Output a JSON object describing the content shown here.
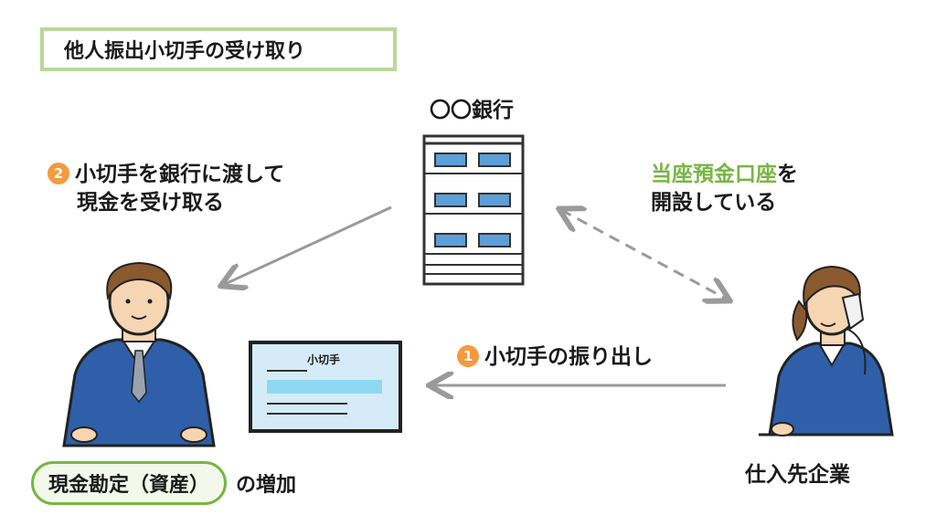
{
  "title": "他人振出小切手の受け取り",
  "bank": {
    "name": "〇〇銀行"
  },
  "step2": {
    "number": "2",
    "line1": "小切手を銀行に渡して",
    "line2": "現金を受け取る"
  },
  "account": {
    "highlight": "当座預金口座",
    "line1_suffix": "を",
    "line2": "開設している"
  },
  "step1": {
    "number": "1",
    "text": "小切手の振り出し"
  },
  "check": {
    "label": "小切手"
  },
  "company": {
    "name": "仕入先企業"
  },
  "result": {
    "label": "現金勘定（資産）",
    "suffix": "の増加"
  },
  "colors": {
    "accent_green": "#78b543",
    "title_border": "#b9d89a",
    "number_badge": "#f39a3d",
    "suit_blue": "#2f5fa8",
    "arrow_gray": "#9a9a9a",
    "check_bg": "#d5ecf8",
    "check_stripe": "#8fd8f2"
  }
}
